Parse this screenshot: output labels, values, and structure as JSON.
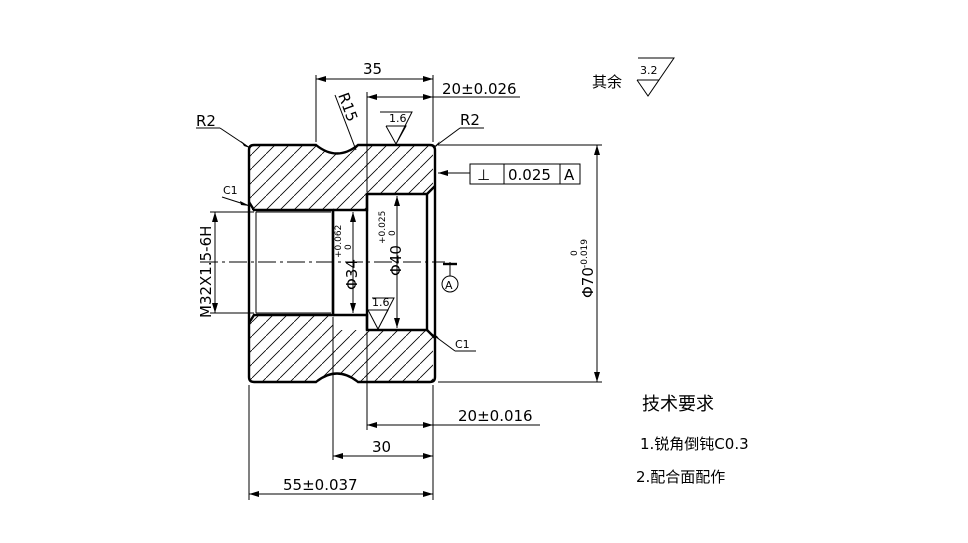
{
  "dimensions": {
    "top_length": "35",
    "top_bore_length": "20±0.026",
    "groove_radius": "R15",
    "corner_radius_left": "R2",
    "corner_radius_right": "R2",
    "chamfer_left": "C1",
    "chamfer_right": "C1",
    "thread": "M32X1.5-6H",
    "inner_diameter_34": "Φ34",
    "inner_tol_34_upper": "+0.062",
    "inner_tol_34_lower": "0",
    "inner_diameter_40": "Φ40",
    "inner_tol_40_upper": "+0.025",
    "inner_tol_40_lower": "0",
    "outer_diameter": "Φ70",
    "outer_tol_upper": "0",
    "outer_tol_lower": "-0.019",
    "bottom_bore_length": "20±0.016",
    "bottom_step_length": "30",
    "total_length": "55±0.037"
  },
  "surface_roughness": {
    "top_face": "1.6",
    "bore_face": "1.6",
    "rest_label": "其余",
    "rest_value": "3.2"
  },
  "geometric_tolerance": {
    "symbol": "⊥",
    "value": "0.025",
    "datum": "A"
  },
  "datum_label": "A",
  "technical_requirements": {
    "title": "技术要求",
    "items": [
      "1.锐角倒钝C0.3",
      "2.配合面配作"
    ]
  }
}
